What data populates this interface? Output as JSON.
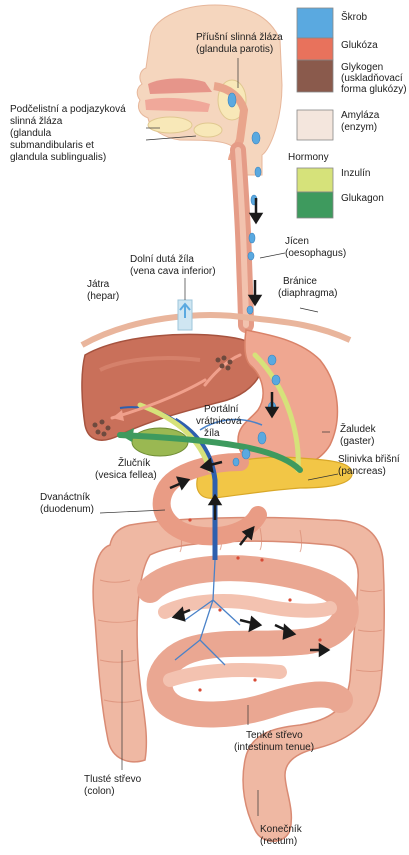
{
  "legend": {
    "items": [
      {
        "label": "Škrob",
        "color": "#5aa9e0"
      },
      {
        "label": "Glukóza",
        "color": "#e8725c"
      },
      {
        "label_lines": [
          "Glykogen",
          "(uskladňovací",
          "forma glukózy)"
        ],
        "color": "#8a5a4c"
      },
      {
        "label_lines": [
          "Amyláza",
          "(enzym)"
        ],
        "color": "#f4e6dd"
      }
    ],
    "hormones_title": "Hormony",
    "hormones": [
      {
        "label": "Inzulín",
        "color": "#d6e27a"
      },
      {
        "label": "Glukagon",
        "color": "#3e9a5e"
      }
    ]
  },
  "labels": {
    "parotid": [
      "Příušní slinná žláza",
      "(glandula parotis)"
    ],
    "submandibular": [
      "Podčelistní a podjazyková",
      "slinná žláza",
      "(glandula",
      "submandibularis et",
      "glandula sublingualis)"
    ],
    "esophagus": [
      "Jícen",
      "(oesophagus)"
    ],
    "vena_cava": [
      "Dolní dutá žíla",
      "(vena cava inferior)"
    ],
    "diaphragm": [
      "Bránice",
      "(diaphragma)"
    ],
    "liver": [
      "Játra",
      "(hepar)"
    ],
    "portal_vein": [
      "Portální",
      "vrátnicová",
      "žíla"
    ],
    "stomach": [
      "Žaludek",
      "(gaster)"
    ],
    "gallbladder": [
      "Žlučník",
      "(vesica fellea)"
    ],
    "pancreas": [
      "Slinivka břišní",
      "(pancreas)"
    ],
    "duodenum": [
      "Dvanáctník",
      "(duodenum)"
    ],
    "small_intestine": [
      "Tenké střevo",
      "(intestinum tenue)"
    ],
    "colon": [
      "Tlusté střevo",
      "(colon)"
    ],
    "rectum": [
      "Konečník",
      "(rectum)"
    ]
  }
}
